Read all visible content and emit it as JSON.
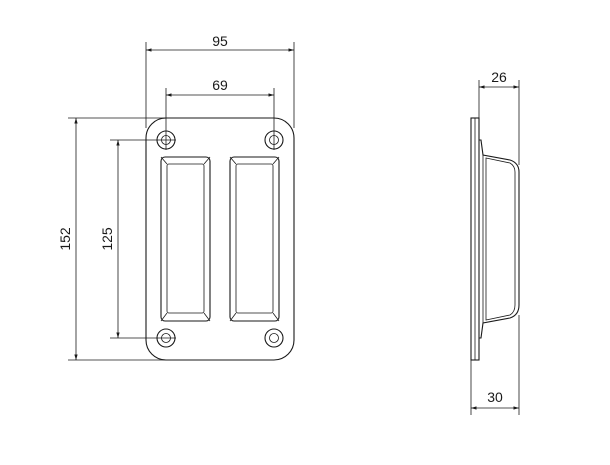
{
  "dimensions": {
    "overall_width": "95",
    "hole_spacing_width": "69",
    "overall_height": "152",
    "hole_spacing_height": "125",
    "side_depth": "26",
    "side_total_depth": "30"
  },
  "colors": {
    "line": "#1a1a1a",
    "background": "#ffffff"
  }
}
